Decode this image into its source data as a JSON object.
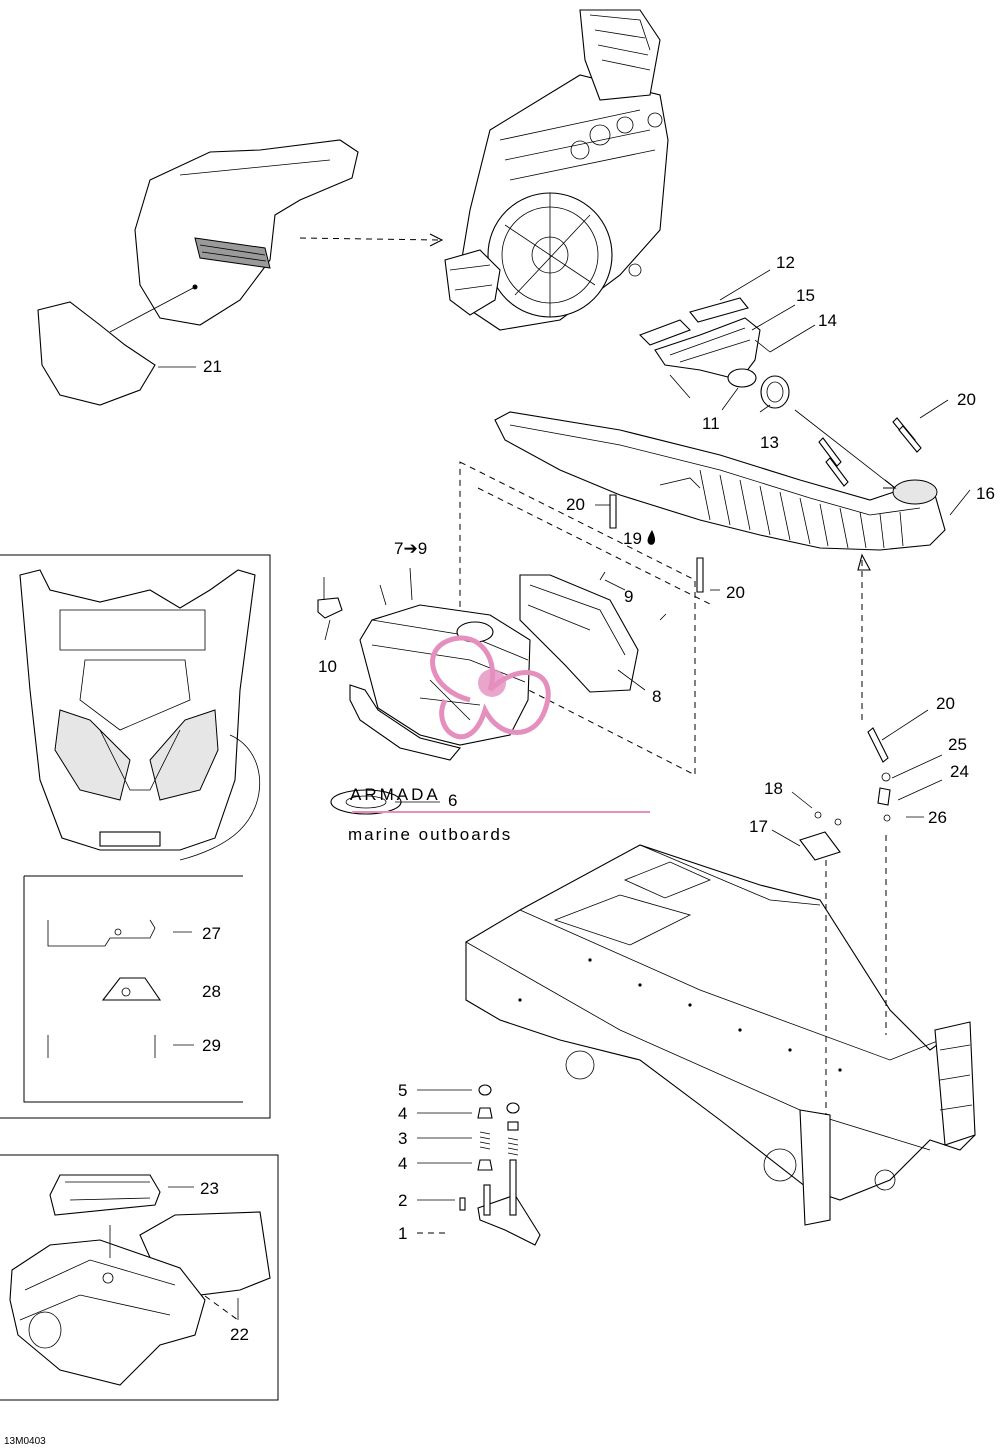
{
  "drawing_code": "13M0403",
  "watermark": {
    "brand": "ARMADA",
    "subtitle": "marine outboards",
    "logo_color": "#e58fbf",
    "text_color": "#7d7d7d",
    "rule_color": "#e58fbf"
  },
  "callouts": {
    "c1": "1",
    "c2": "2",
    "c3": "3",
    "c4a": "4",
    "c4b": "4",
    "c5": "5",
    "c6": "6",
    "c7": "7➔9",
    "c8": "8",
    "c9": "9",
    "c10": "10",
    "c11": "11",
    "c12": "12",
    "c13": "13",
    "c14": "14",
    "c15": "15",
    "c16": "16",
    "c17": "17",
    "c18": "18",
    "c19": "19",
    "c20a": "20",
    "c20b": "20",
    "c20c": "20",
    "c20d": "20",
    "c21": "21",
    "c22": "22",
    "c23": "23",
    "c24": "24",
    "c25": "25",
    "c26": "26",
    "c27": "27",
    "c28": "28",
    "c29": "29"
  }
}
